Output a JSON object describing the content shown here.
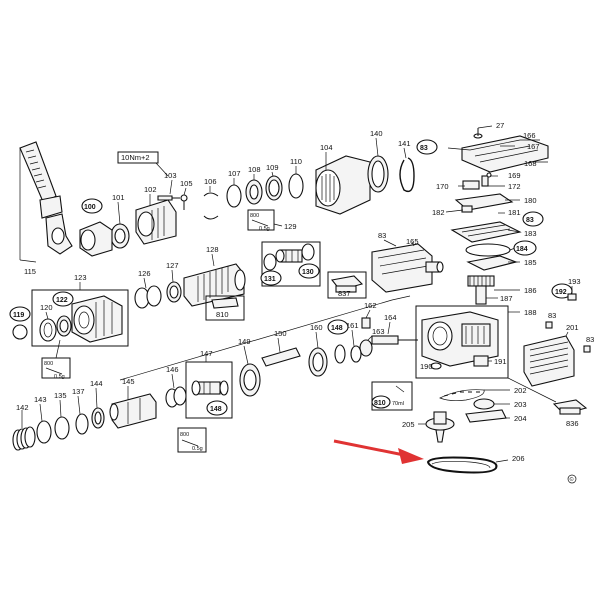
{
  "labels": {
    "p27": "27",
    "p166": "166",
    "p167": "167",
    "p168": "168",
    "p169": "169",
    "p170": "170",
    "p172": "172",
    "p180": "180",
    "p181": "181",
    "p182": "182",
    "p183": "183",
    "p184": "184",
    "p185": "185",
    "p186": "186",
    "p187": "187",
    "p188": "188",
    "p190": "190",
    "p191": "191",
    "p192": "192",
    "p193": "193",
    "p201": "201",
    "p202": "202",
    "p203": "203",
    "p204": "204",
    "p205": "205",
    "p206": "206",
    "p836": "836",
    "p83a": "83",
    "p83b": "83",
    "p83c": "83",
    "p83d": "83",
    "p83e": "83",
    "p140": "140",
    "p141": "141",
    "p104": "104",
    "p110": "110",
    "p109": "109",
    "p108": "108",
    "p107": "107",
    "p106": "106",
    "p105": "105",
    "p103": "103",
    "p102": "102",
    "p101": "101",
    "p100": "100",
    "p115": "115",
    "p129": "129",
    "p131": "131",
    "p130": "130",
    "p165": "165",
    "p837": "837",
    "p128": "128",
    "p127": "127",
    "p126": "126",
    "p810a": "810",
    "p810b": "810",
    "p123": "123",
    "p120": "120",
    "p122": "122",
    "p119": "119",
    "p162": "162",
    "p163": "163",
    "p164": "164",
    "p161": "161",
    "p160": "160",
    "p148a": "148",
    "p148b": "148",
    "p150": "150",
    "p149": "149",
    "p147": "147",
    "p146": "146",
    "p145": "145",
    "p144": "144",
    "p143": "143",
    "p142": "142",
    "p135": "135",
    "p137": "137",
    "p800a": "800",
    "p800b": "800",
    "p800c": "800"
  },
  "annotations": {
    "torque": "10Nm+2",
    "grease_05a": "0.5g",
    "grease_05b": "0.5g",
    "grease_05c": "0.5g",
    "oil": "70ml",
    "copyright": "©"
  }
}
